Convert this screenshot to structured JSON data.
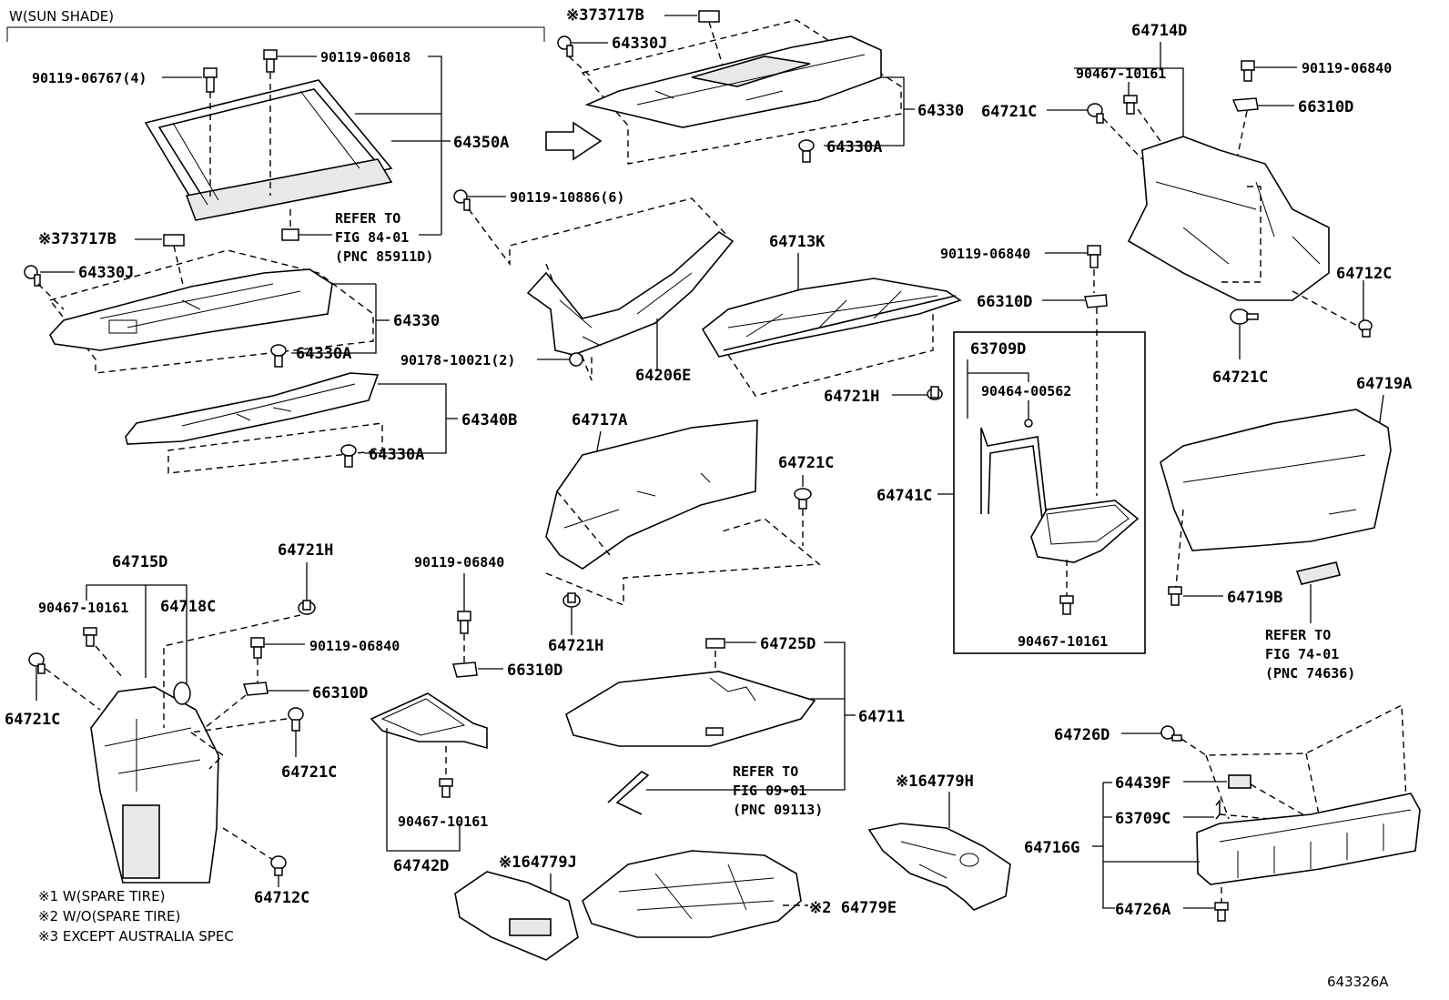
{
  "labels": {
    "sun_shade_header": "W(SUN SHADE)",
    "l_90119_06767": "90119-06767(4)",
    "l_90119_06018": "90119-06018",
    "l_64350A": "64350A",
    "l_73717B_a": "※373717B",
    "l_64330J_a": "64330J",
    "l_64330_a": "64330",
    "l_64330A_a": "64330A",
    "l_64340B": "64340B",
    "l_64330A_b": "64330A",
    "l_73717B_b": "※373717B",
    "l_64330J_b": "64330J",
    "l_64330_b": "64330",
    "l_64330A_c": "64330A",
    "l_90119_10886": "90119-10886(6)",
    "l_90178_10021": "90178-10021(2)",
    "l_64206E": "64206E",
    "l_64713K": "64713K",
    "l_64721H_a": "64721H",
    "l_64717A": "64717A",
    "l_64721C_a": "64721C",
    "l_64721H_b": "64721H",
    "l_64714D": "64714D",
    "l_90467_10161_a": "90467-10161",
    "l_64721C_b": "64721C",
    "l_90119_06840_a": "90119-06840",
    "l_66310D_a": "66310D",
    "l_90119_06840_b": "90119-06840",
    "l_66310D_b": "66310D",
    "l_64712C_a": "64712C",
    "l_64721C_c": "64721C",
    "l_64719A": "64719A",
    "l_64719B": "64719B",
    "l_63709D": "63709D",
    "l_90464_00562": "90464-00562",
    "l_64741C": "64741C",
    "l_90467_10161_b": "90467-10161",
    "l_64715D": "64715D",
    "l_90467_10161_c": "90467-10161",
    "l_64718C": "64718C",
    "l_64721C_d": "64721C",
    "l_64721H_c": "64721H",
    "l_90119_06840_c": "90119-06840",
    "l_66310D_c": "66310D",
    "l_64721C_e": "64721C",
    "l_64712C_b": "64712C",
    "l_90119_06840_d": "90119-06840",
    "l_66310D_d": "66310D",
    "l_90467_10161_d": "90467-10161",
    "l_64742D": "64742D",
    "l_64725D": "64725D",
    "l_64711": "64711",
    "l_64779J": "※164779J",
    "l_64779E": "※2 64779E",
    "l_64779H": "※164779H",
    "l_64726D": "64726D",
    "l_64439F": "64439F",
    "l_63709C": "63709C",
    "l_64716G": "64716G",
    "l_64726A": "64726A"
  },
  "refs": [
    {
      "line1": "REFER TO",
      "line2": "FIG 84-01",
      "line3": "(PNC 85911D)"
    },
    {
      "line1": "REFER TO",
      "line2": "FIG 09-01",
      "line3": "(PNC 09113)"
    },
    {
      "line1": "REFER TO",
      "line2": "FIG 74-01",
      "line3": "(PNC 74636)"
    }
  ],
  "notes": [
    "※1 W(SPARE TIRE)",
    "※2 W/O(SPARE TIRE)",
    "※3 EXCEPT AUSTRALIA SPEC"
  ],
  "figure_code": "643326A"
}
